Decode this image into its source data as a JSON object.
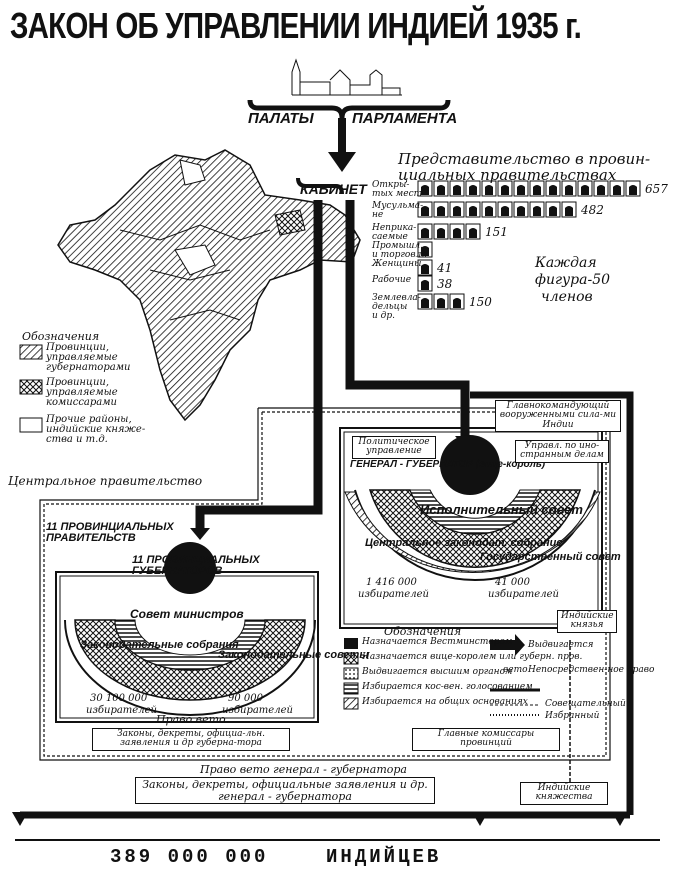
{
  "title": "ЗАКОН ОБ УПРАВЛЕНИИ ИНДИЕЙ 1935 г.",
  "parliament": {
    "left": "ПАЛАТЫ",
    "right": "ПАРЛАМЕНТА",
    "cabinet": "КАБИНЕТ"
  },
  "representation": {
    "title_line1": "Представительство в провин-",
    "title_line2": "циальных правительствах",
    "note_line1": "Каждая",
    "note_line2": "фигура-50",
    "note_line3": "членов",
    "rows": [
      {
        "label": "Откры-\nтых мест",
        "value": 657
      },
      {
        "label": "Мусульма-\nне",
        "value": 482
      },
      {
        "label": "Неприка-\nсаемые",
        "value": 151
      },
      {
        "label": "Промышл.\nи торговля",
        "value": null
      },
      {
        "label": "Женщины",
        "value": 41
      },
      {
        "label": "Рабочие",
        "value": 38
      },
      {
        "label": "Землевла-\nдельцы\nи др.",
        "value": 150
      }
    ]
  },
  "map_legend": {
    "heading": "Обозначения",
    "items": [
      "Провинции, управляемые губернаторами",
      "Провинции, управляемые комиссарами",
      "Прочие районы, индийские княже-ства и т.д."
    ]
  },
  "central": {
    "label": "Центральное правительство",
    "political": "Политическое управление",
    "governor_general": "ГЕНЕРАЛ - ГУБЕРНАТОР (вице-король)",
    "commander": "Главнокомандующий вооруженными сила-ми Индии",
    "foreign": "Управл. по ино-странным делам",
    "council": "Исполнительный совет",
    "central_assembly": "Центральное законодат. собрание",
    "state_council": "Государственный совет",
    "voters_left": "1 416 000",
    "voters_right": "41 000",
    "voters_word": "избирателей",
    "princes": "Индийские князья"
  },
  "provincial": {
    "title": "11 ПРОВИНЦИАЛЬНЫХ ПРАВИТЕЛЬСТВ",
    "governors": "11 ПРОВИНЦИАЛЬНЫХ ГУБЕРНАТОРОВ",
    "ministers": "Совет министров",
    "assemblies": "Законодательные собрания",
    "councils": "Законодательные советы",
    "voters_left": "30 100 000",
    "voters_right": "90 000",
    "voters_word": "избирателей",
    "veto": "Право вето",
    "laws": "Законы, декреты, официа-льн. заявления и др губерна-тора"
  },
  "legend": {
    "heading": "Обозначения",
    "items": [
      "Назначается Вестминстером",
      "Назначается вице-королем или губерн. пров.",
      "Выдвигается высшим органом",
      "Избирается кос-вен. голосованием",
      "Избирается на общих основаниях"
    ],
    "right_items": [
      "Выдвигается",
      "Непосредствен-ное право",
      "Совещательный",
      "Избранный"
    ],
    "veto_tag": "вето"
  },
  "commissioners": "Главные комиссары провинций",
  "gg_veto": "Право вето генерал - губернатора",
  "gg_laws": "Законы, декреты, официальные заявления и др. генерал - губернатора",
  "principalities": "Индийские княжества",
  "population": {
    "number": "389 000 000",
    "label": "ИНДИЙЦЕВ"
  }
}
